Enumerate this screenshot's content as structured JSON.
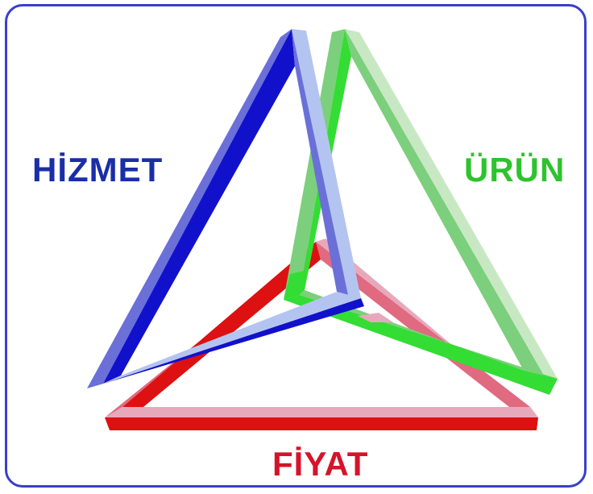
{
  "labels": {
    "hizmet": "HİZMET",
    "urun": "ÜRÜN",
    "fiyat": "FİYAT"
  },
  "colors": {
    "border": "#3a3fc8",
    "hizmet": "#1a2ea8",
    "urun": "#2ec32e",
    "fiyat": "#d6132a",
    "blue_main": "#1111cc",
    "blue_mid": "#6a70d8",
    "blue_light": "#b4c4f0",
    "green_main": "#33dd33",
    "green_mid": "#7ccf7c",
    "green_light": "#c8e8c4",
    "red_main": "#dd1111",
    "red_mid": "#e06a80",
    "red_light": "#e8a8bc"
  }
}
